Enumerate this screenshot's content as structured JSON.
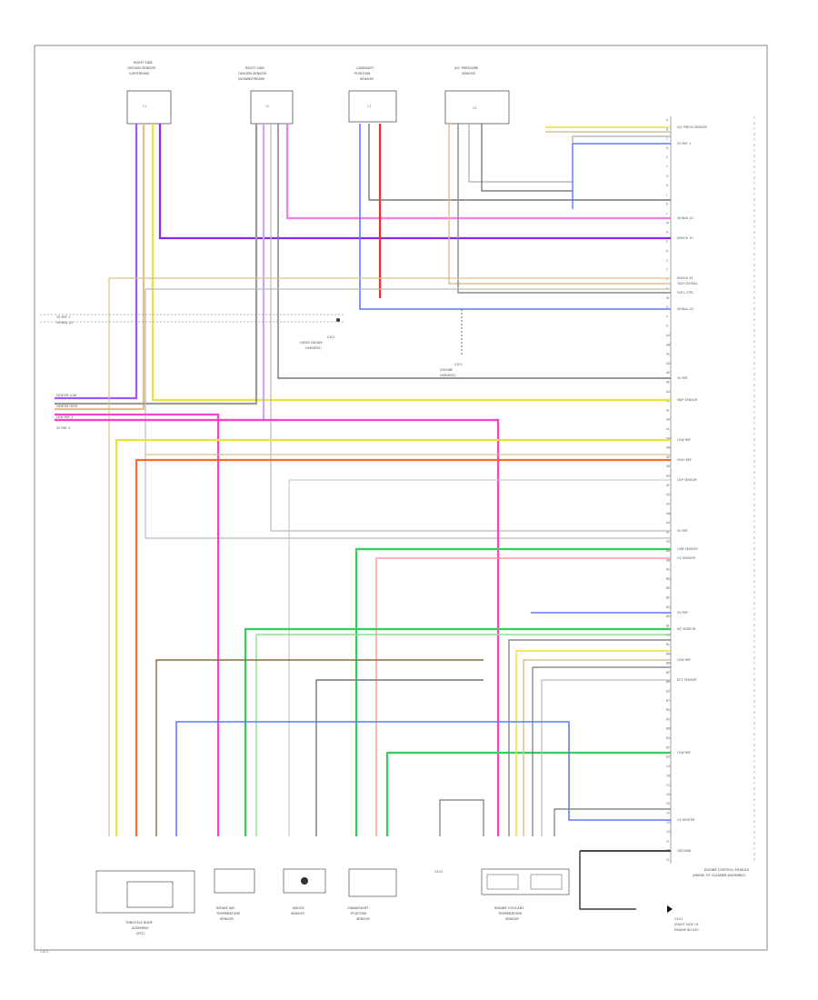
{
  "page_marker": "1 of 2",
  "pcm": {
    "label_line1": "ENGINE CONTROL MODULE",
    "label_line2": "(INSIDE OF CLEANER ASSEMBLY)",
    "pins": [
      "A",
      "B",
      "C",
      "D",
      "E",
      "F",
      "G",
      "H",
      "J",
      "K",
      "L",
      "M",
      "N",
      "P",
      "R",
      "S",
      "T",
      "U",
      "V",
      "W",
      "X",
      "Y",
      "Z",
      "AA",
      "AB",
      "AC",
      "AD",
      "AE",
      "AF",
      "AG",
      "AH",
      "AJ",
      "AK",
      "AL",
      "AM",
      "AN",
      "AP",
      "AR",
      "AS",
      "AT",
      "AU",
      "AV",
      "AW",
      "AX",
      "AY",
      "AZ",
      "BA",
      "BB",
      "BC",
      "BD",
      "BE",
      "BF",
      "BG",
      "BH",
      "BJ",
      "BK",
      "BL",
      "BM",
      "BN",
      "BP",
      "BR",
      "BS",
      "BT",
      "BU",
      "BV",
      "BW",
      "BX",
      "BY",
      "BZ",
      "CA",
      "CB",
      "CC",
      "CD",
      "CE",
      "CF",
      "CG",
      "CH",
      "CJ",
      "CK",
      "CL"
    ],
    "signals": [
      "A/C PRESS SENSOR",
      "5V REF 1",
      "SIGNAL LO",
      "KNOCK 1S",
      "KNOCK 2S",
      "TACH SIGNAL",
      "FUEL CTRL",
      "SIGNAL LO",
      "5V REF",
      "MAP SENSOR",
      "LOW REF",
      "HIGH REF",
      "CKP SENSOR",
      "5V REF",
      "CAM SENSOR",
      "O2 SENSOR",
      "5V REF",
      "IAT SENSOR",
      "LOW REF",
      "ECT SENSOR",
      "LOW REF",
      "O2 HEATER",
      "GROUND"
    ]
  },
  "components": [
    {
      "label_line1": "RIGHT SIDE",
      "label_line2": "OXYGEN SENSOR",
      "label_line3": "(UPSTREAM)",
      "connector": "C1"
    },
    {
      "label_line1": "RIGHT SIDE",
      "label_line2": "OXYGEN SENSOR",
      "label_line3": "(DOWNSTREAM)",
      "connector": "C2"
    },
    {
      "label_line1": "CAMSHAFT",
      "label_line2": "POSITION",
      "label_line3": "SENSOR",
      "connector": "C3"
    },
    {
      "label_line1": "A/C PRESSURE",
      "label_line2": "SENSOR",
      "label_line3": "",
      "connector": "C4"
    }
  ],
  "bottom_components": [
    {
      "label_line1": "THROTTLE BODY",
      "label_line2": "ASSEMBLY",
      "label_line3": "(ETC)"
    },
    {
      "label_line1": "INTAKE AIR",
      "label_line2": "TEMPERATURE",
      "label_line3": "SENSOR"
    },
    {
      "label_line1": "KNOCK",
      "label_line2": "SENSOR",
      "label_line3": ""
    },
    {
      "label_line1": "CRANKSHAFT",
      "label_line2": "POSITION",
      "label_line3": "SENSOR"
    },
    {
      "label_line1": "G103",
      "label_line2": "",
      "label_line3": ""
    },
    {
      "label_line1": "ENGINE COOLANT",
      "label_line2": "TEMPERATURE",
      "label_line3": "SENSOR"
    }
  ],
  "splices": [
    {
      "label_line1": "S101",
      "label_line2": "(NEAR ENGINE",
      "label_line3": "HARNESS)"
    },
    {
      "label_line1": "S102",
      "label_line2": "(ENGINE",
      "label_line3": "HARNESS)"
    }
  ],
  "ground": {
    "label_line1": "G101",
    "label_line2": "(RIGHT SIDE OF",
    "label_line3": "ENGINE BLOCK)"
  },
  "left_inputs": [
    "5V REF 1",
    "SIGNAL LO",
    "HEATER LOW",
    "HEATER HIGH",
    "LOW REF 2",
    "5V REF 2"
  ],
  "wire_colors": {
    "purple": "#8a2be2",
    "violet": "#9b59ff",
    "pink": "#ff3fd0",
    "yellow": "#e8e23a",
    "tan": "#d8c28a",
    "orange": "#ff6a2a",
    "green": "#2fcf5a",
    "blue": "#3b5bff",
    "lightblue": "#8aa8ff",
    "red": "#ff2a2a",
    "gray": "#7a7a7a",
    "darkgray": "#555555",
    "black": "#111111",
    "brown": "#8b6a3a",
    "lightgreen": "#8ae28a"
  }
}
